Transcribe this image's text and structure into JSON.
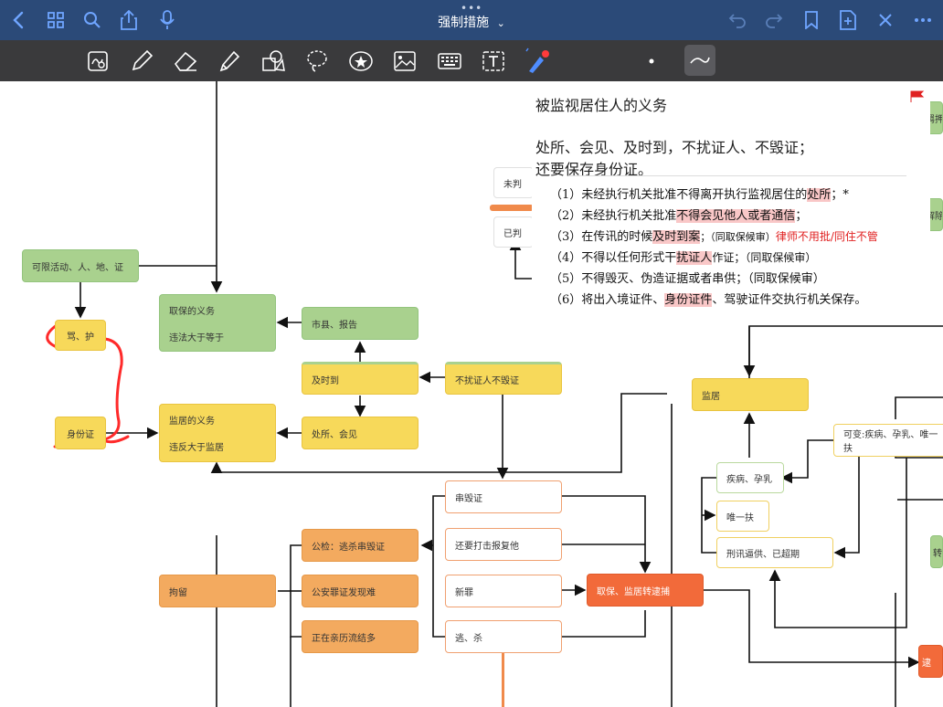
{
  "app": {
    "title": "强制措施",
    "title_caret": "⌄",
    "window_dots": "•••"
  },
  "nodes": {
    "restricted": "可限活动、人、地、证",
    "scold": "骂、护",
    "id_card": "身份证",
    "bail_duty_title": "取保的义务",
    "bail_duty_sub": "违法大于等于",
    "surv_duty_title": "监居的义务",
    "surv_duty_sub": "违反大于监居",
    "report": "市县、报告",
    "on_time": "及时到",
    "no_disturb": "不扰证人不毁证",
    "residence": "处所、会见",
    "unjudged": "未判",
    "judged": "已判",
    "surveillance": "监居",
    "illness": "疾病、孕乳",
    "sole_support": "唯一扶",
    "torture": "刑讯逼供、已超期",
    "variable": "可变:疾病、孕乳、唯一扶",
    "destroy_evidence": "串毁证",
    "retaliation": "还要打击报复他",
    "new_crime": "新罪",
    "flee_kill": "逃、杀",
    "convert_arrest": "取保、监居转逮捕",
    "pros_evidence": "公检：逃杀串毁证",
    "police_found": "公安罪证发现难",
    "detention": "拘留",
    "in_process": "正在亲历流结多",
    "edge_r1": "羁押",
    "edge_r2": "解除",
    "edge_r3": "转",
    "edge_r4": "逮"
  },
  "note": {
    "heading": "被监视居住人的义务",
    "summary_1": "处所、会见、及时到，不扰证人、不毁证；",
    "summary_2": "还要保存身份证。",
    "items": [
      {
        "n": "（1）",
        "a": "未经执行机关批准不得离开执行监视居住的",
        "b": "处所",
        "c": "；*"
      },
      {
        "n": "（2）",
        "a": "未经执行机关批准",
        "b": "不得会见他人或者通信",
        "c": "；"
      },
      {
        "n": "（3）",
        "a": "在传讯的时候",
        "b": "及时到案",
        "c": "；（同取保候审）",
        "extra": "律师不用批/同住不管"
      },
      {
        "n": "（4）",
        "a": "不得以任何形式干",
        "b": "扰证人",
        "c": "作证；（同取保候审）"
      },
      {
        "n": "（5）",
        "a": "不得毁灭、伪造证据或者串供；（同取保候审）",
        "b": "",
        "c": ""
      },
      {
        "n": "（6）",
        "a": "将出入境证件、",
        "b": "身份证件",
        "c": "、驾驶证件交执行机关保存。"
      }
    ]
  },
  "colors": {
    "topbar": "#2b4a78",
    "toolbar": "#3a3a3c",
    "green": "#a9d18e",
    "yellow": "#f7d95a",
    "orange": "#f3aa5f",
    "red": "#f26a3a",
    "ink_red": "#ff2a2a"
  },
  "icons": [
    "back-icon",
    "grid-icon",
    "search-icon",
    "share-icon",
    "mic-icon",
    "undo-icon",
    "redo-icon",
    "bookmark-icon",
    "add-page-icon",
    "close-icon",
    "more-icon",
    "lasso-zoom-icon",
    "pen-icon",
    "eraser-icon",
    "highlighter-icon",
    "shapes-icon",
    "lasso-icon",
    "sticker-icon",
    "image-icon",
    "keyboard-icon",
    "text-icon",
    "laser-icon",
    "dot-icon",
    "stroke-icon",
    "flag-icon"
  ]
}
